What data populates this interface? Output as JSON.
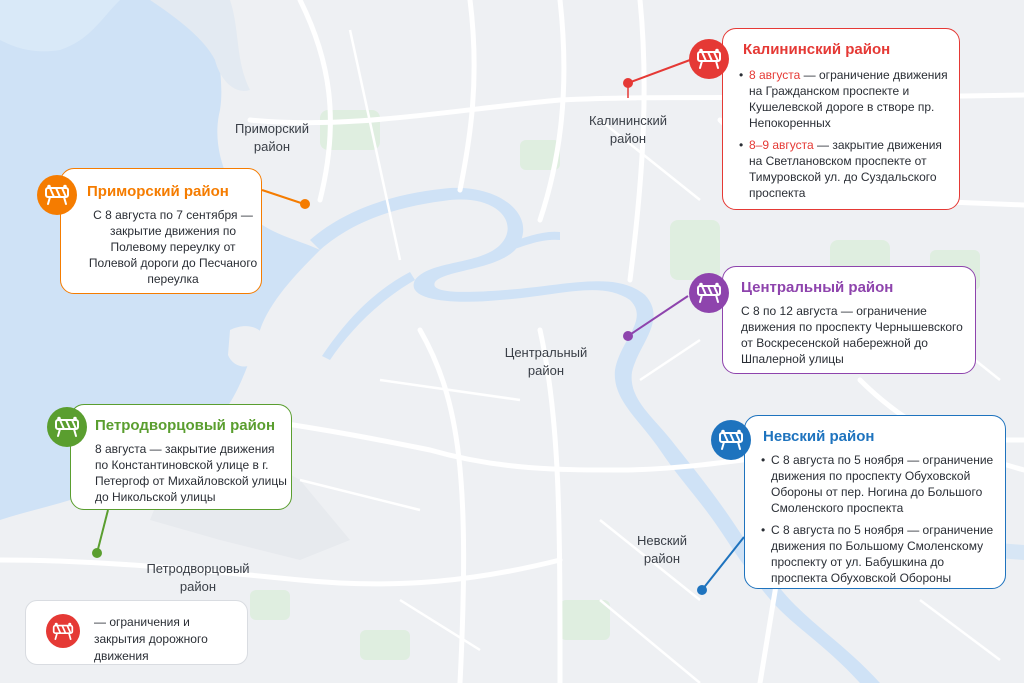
{
  "colors": {
    "water": "#cfe2f6",
    "land": "#eef0f3",
    "road": "#ffffff",
    "kalininsky": "#e53935",
    "primorsky": "#f57c00",
    "central": "#8e44ad",
    "nevsky": "#1e73be",
    "petrodvorets": "#5a9e2f"
  },
  "icons": {
    "roadblock": "roadblock-icon"
  },
  "district_labels": {
    "primorsky": [
      "Приморский",
      "район"
    ],
    "kalininsky": [
      "Калининский",
      "район"
    ],
    "central": [
      "Центральный",
      "район"
    ],
    "nevsky": [
      "Невский",
      "район"
    ],
    "petrodvorets": [
      "Петродворцовый",
      "район"
    ]
  },
  "cards": {
    "kalininsky": {
      "title": "Калининский район",
      "items": [
        {
          "date": "8 августа",
          "text": " — ограничение движения на Гражданском проспекте и Кушелевской дороге в створе пр. Непокоренных"
        },
        {
          "date": "8–9 августа",
          "text": " — закрытие движения на Светлановском проспекте от Тимуровской ул. до Суздальского проспекта"
        }
      ]
    },
    "primorsky": {
      "title": "Приморский район",
      "text": "С 8 августа по 7 сентября — закрытие движения по Полевому переулку от Полевой дороги до Песчаного переулка"
    },
    "central": {
      "title": "Центральный район",
      "text": "С 8 по 12 августа — ограничение движения по проспекту Чернышевского от Воскресенской набережной до Шпалерной улицы"
    },
    "petrodvorets": {
      "title": "Петродворцовый район",
      "text": "8 августа — закрытие движения по Константиновской улице в г. Петергоф от Михайловской улицы до Никольской улицы"
    },
    "nevsky": {
      "title": "Невский район",
      "items": [
        "С 8 августа по 5 ноября — ограничение движения по проспекту Обуховской Обороны от пер. Ногина до Большого Смоленского проспекта",
        "С 8 августа по 5 ноября — ограничение движения по Большому Смоленскому проспекту от ул. Бабушкина до проспекта Обуховской Обороны"
      ]
    }
  },
  "legend": {
    "text": "— ограничения и закрытия дорожного движения"
  }
}
